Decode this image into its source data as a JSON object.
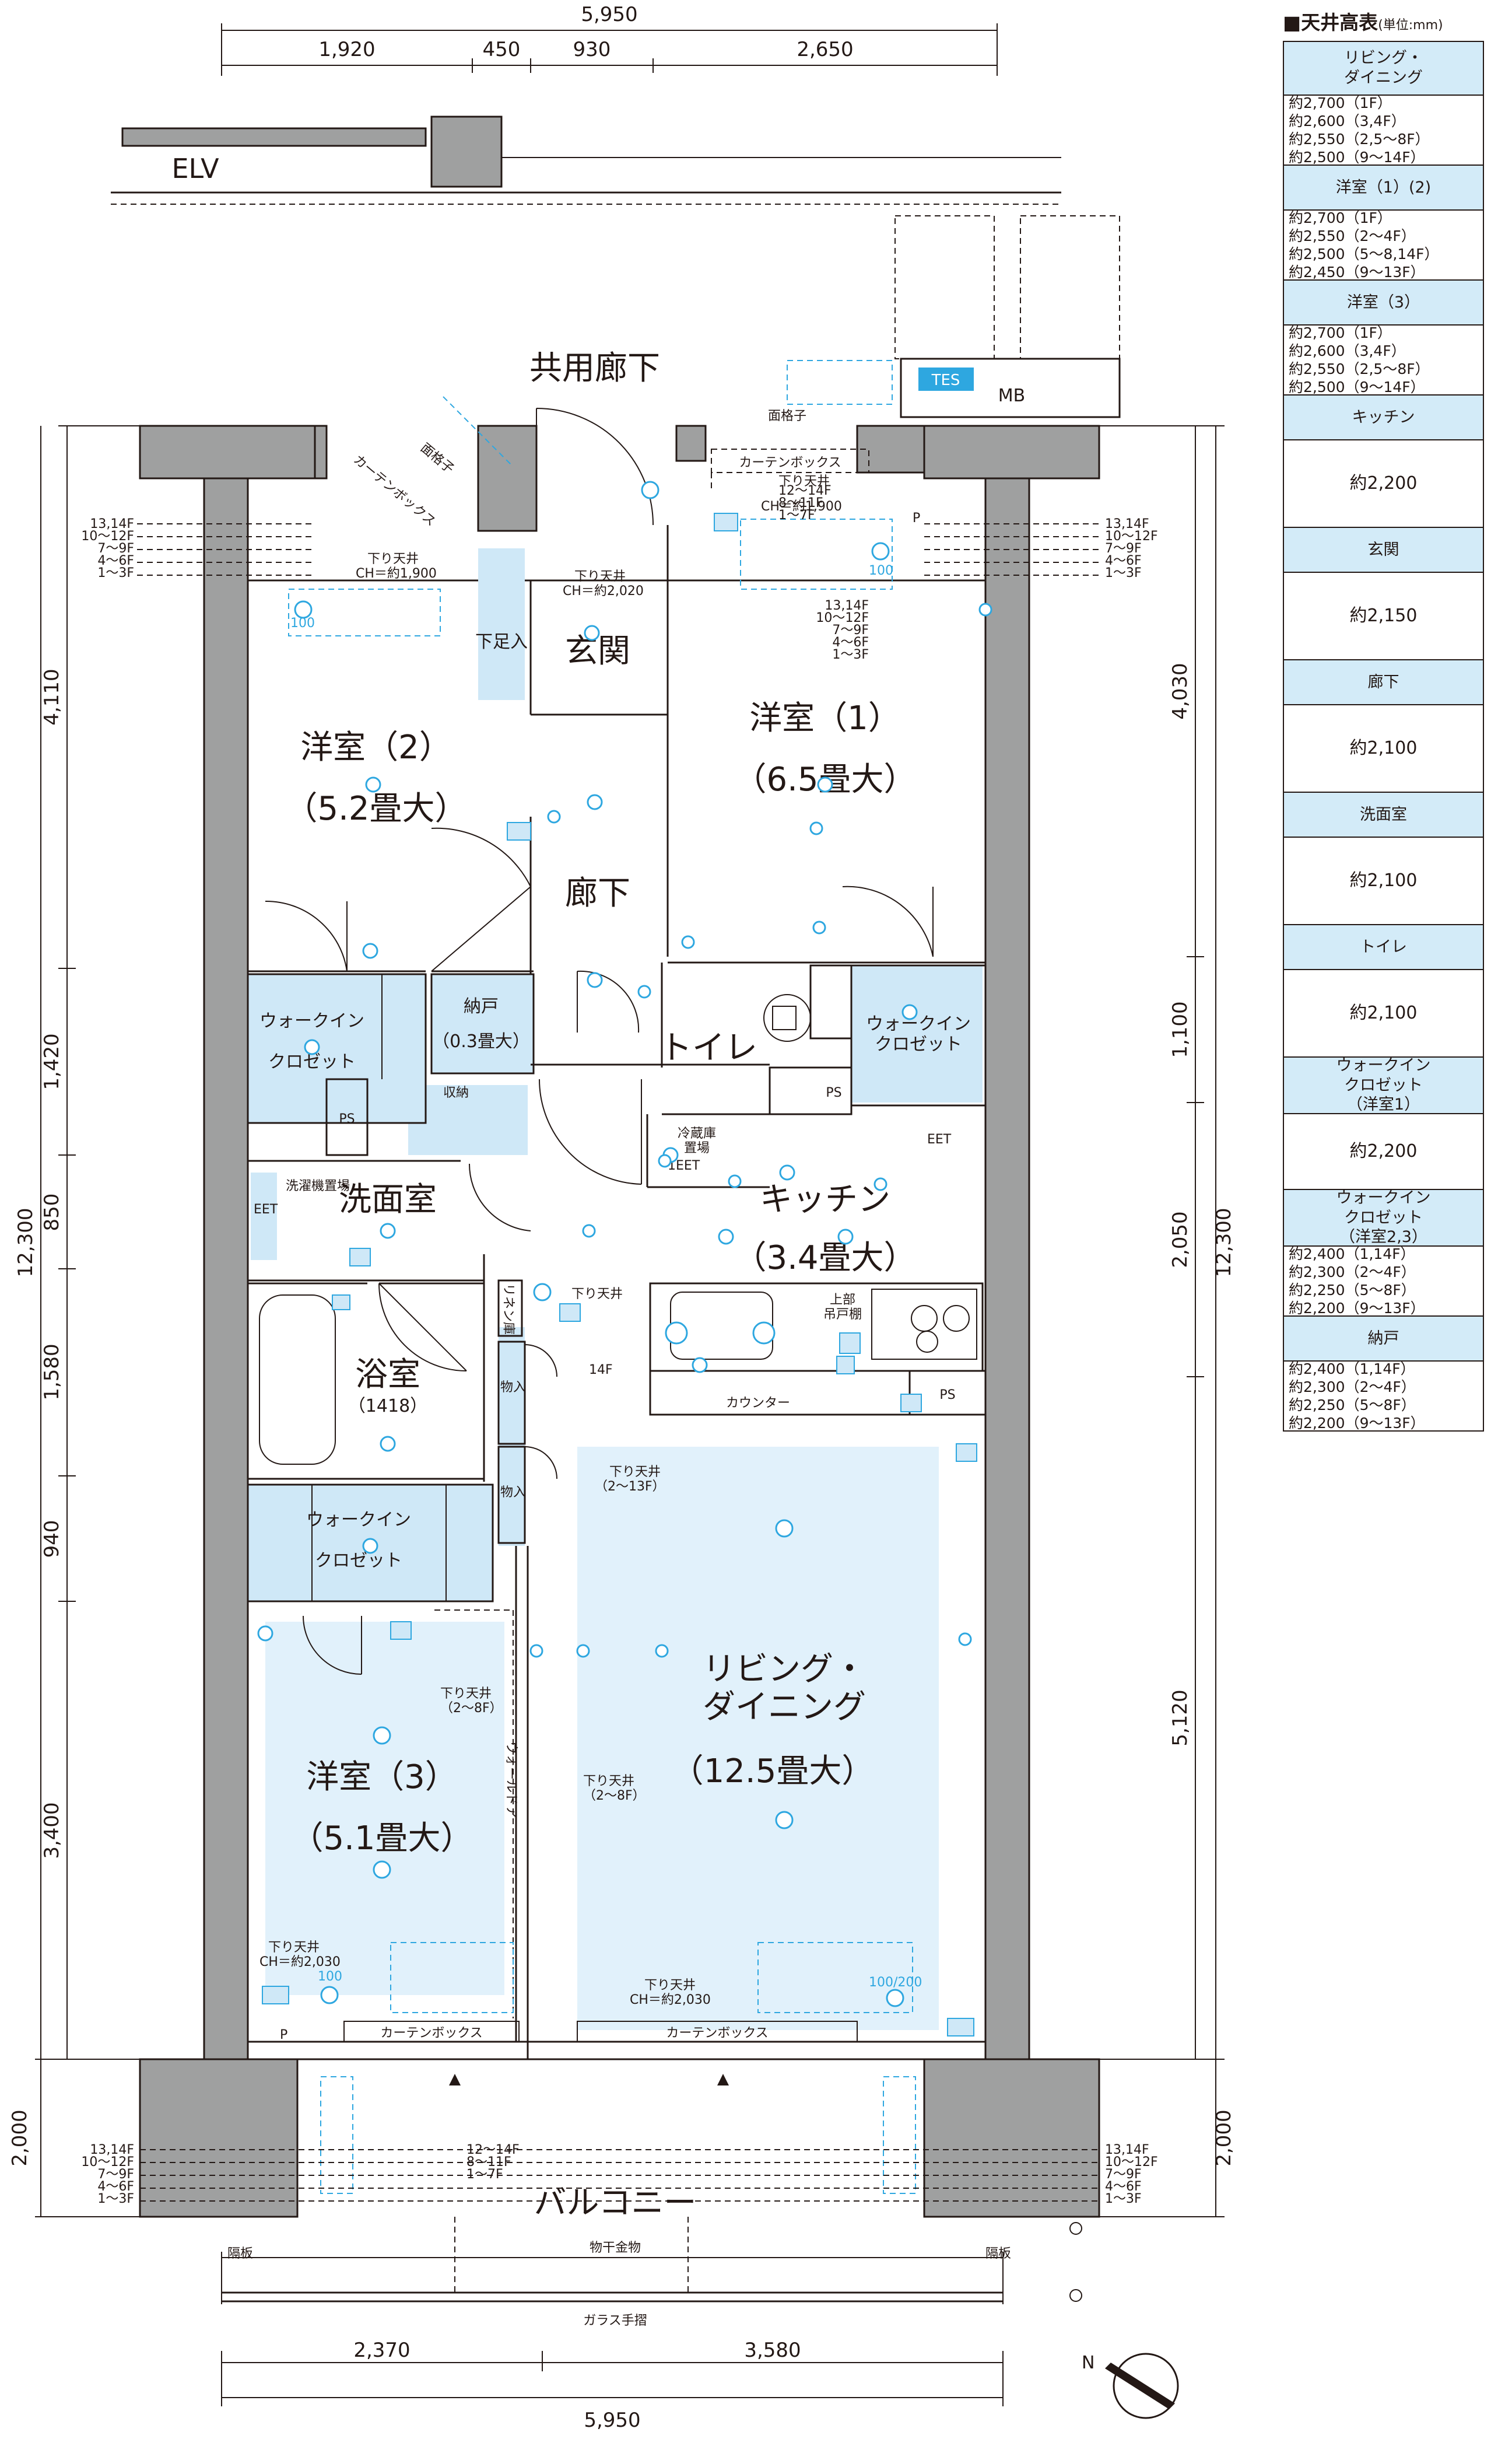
{
  "dimensions": {
    "top_total": "5,950",
    "top_parts": [
      "1,920",
      "450",
      "930",
      "2,650"
    ],
    "bottom_total": "5,950",
    "bottom_parts": [
      "2,370",
      "3,580"
    ],
    "left_parts": [
      "4,110",
      "1,420",
      "850",
      "1,580",
      "940",
      "3,400",
      "2,000"
    ],
    "left_total": "12,300",
    "right_parts": [
      "4,030",
      "1,100",
      "2,050",
      "5,120",
      "2,000"
    ],
    "right_total": "12,300"
  },
  "rooms": {
    "western2": {
      "name": "洋室（2）",
      "size": "（5.2畳大）"
    },
    "western1": {
      "name": "洋室（1）",
      "size": "（6.5畳大）"
    },
    "western3": {
      "name": "洋室（3）",
      "size": "（5.1畳大）"
    },
    "entrance": "玄関",
    "hall": "廊下",
    "toilet": "トイレ",
    "kitchen": {
      "name": "キッチン",
      "size": "（3.4畳大）"
    },
    "washroom": "洗面室",
    "bath": {
      "name": "浴室",
      "size": "（1418）"
    },
    "living": {
      "line1": "リビング・",
      "line2": "ダイニング",
      "size": "（12.5畳大）"
    },
    "storage": {
      "name": "納戸",
      "size": "（0.3畳大）"
    },
    "wic_left_line1": "ウォークイン",
    "wic_left_line2": "クロゼット",
    "wic_right_line1": "ウォークイン",
    "wic_right_line2": "クロゼット",
    "wic_bottom_line1": "ウォークイン",
    "wic_bottom_line2": "クロゼット"
  },
  "labels": {
    "elv": "ELV",
    "common_corridor": "共用廊下",
    "mb": "MB",
    "tes": "TES",
    "grille_top": "面格子",
    "grille_left": "面格子",
    "curtain_box_top": "カーテンボックス",
    "curtain_box_left": "カーテンボックス",
    "curtain_box_bottom_left": "カーテンボックス",
    "curtain_box_bottom_right": "カーテンボックス",
    "balcony": "バルコニー",
    "glass_rail": "ガラス手摺",
    "drying_hardware": "物干金物",
    "partition": "隔板",
    "partition_right": "隔板",
    "counter": "カウンター",
    "fridge_line1": "冷蔵庫",
    "fridge_line2": "置場",
    "upper_cabinet_line1": "上部",
    "upper_cabinet_line2": "吊戸棚",
    "shoe_box": "下足入",
    "linen": "リネン庫",
    "storage_1": "物入",
    "storage_2": "物入",
    "wall_door": "ウォールドア",
    "washer": "洗濯機置場",
    "ps1": "PS",
    "ps2": "PS",
    "ps3": "PS",
    "p_top": "P",
    "p_bottom": "P",
    "f14": "14F",
    "eet1": "EET",
    "eet2": "EET",
    "one_eet": "1EET",
    "storage_box": "収納",
    "drop_ceiling_1": "下り天井",
    "drop_ceiling_1_ch": "CH＝約1,900",
    "drop_ceiling_2": "下り天井",
    "drop_ceiling_2_ch": "CH＝約2,020",
    "drop_ceiling_3": "下り天井",
    "drop_ceiling_3_ch": "CH＝約1,900",
    "drop_ceiling_4": "下り天井",
    "drop_ceiling_4_floors": "（2～13F）",
    "drop_ceiling_5": "下り天井",
    "drop_ceiling_5_floors": "（2～8F）",
    "drop_ceiling_6": "下り天井",
    "drop_ceiling_6_floors": "（2～8F）",
    "drop_ceiling_7": "下り天井",
    "drop_ceiling_7_ch": "CH＝約2,030",
    "drop_ceiling_8": "下り天井",
    "drop_ceiling_8_ch": "CH＝約2,030",
    "drop_ceiling_9": "下り天井",
    "cl100a": "100",
    "cl100b": "100",
    "cl100c": "100",
    "cl100_200": "100/200"
  },
  "floor_notes": {
    "left_top": [
      "13,14F",
      "10～12F",
      "7～9F",
      "4～6F",
      "1～3F"
    ],
    "right_top": [
      "13,14F",
      "10～12F",
      "7～9F",
      "4～6F",
      "1～3F"
    ],
    "center_top": [
      "12～14F",
      "8～11F",
      "1～7F"
    ],
    "center_mid": [
      "13,14F",
      "10～12F",
      "7～9F",
      "4～6F",
      "1～3F"
    ],
    "left_bottom": [
      "13,14F",
      "10～12F",
      "7～9F",
      "4～6F",
      "1～3F"
    ],
    "right_bottom": [
      "13,14F",
      "10～12F",
      "7～9F",
      "4～6F",
      "1～3F"
    ],
    "center_bottom": [
      "12～14F",
      "8～11F",
      "1～7F"
    ]
  },
  "compass": "N",
  "ceiling_table": {
    "title": "■天井高表",
    "unit": "(単位:mm)",
    "rows": [
      {
        "room": "リビング・\nダイニング",
        "value": "約2,700（1F）\n約2,600（3,4F）\n約2,550（2,5～8F）\n約2,500（9～14F）"
      },
      {
        "room": "洋室（1）(2)",
        "value": "約2,700（1F）\n約2,550（2～4F）\n約2,500（5～8,14F）\n約2,450（9～13F）"
      },
      {
        "room": "洋室（3）",
        "value": "約2,700（1F）\n約2,600（3,4F）\n約2,550（2,5～8F）\n約2,500（9～14F）"
      },
      {
        "room": "キッチン",
        "value": "約2,200"
      },
      {
        "room": "玄関",
        "value": "約2,150"
      },
      {
        "room": "廊下",
        "value": "約2,100"
      },
      {
        "room": "洗面室",
        "value": "約2,100"
      },
      {
        "room": "トイレ",
        "value": "約2,100"
      },
      {
        "room": "ウォークイン\nクロゼット\n（洋室1）",
        "value": "約2,200"
      },
      {
        "room": "ウォークイン\nクロゼット\n（洋室2,3）",
        "value": "約2,400（1,14F）\n約2,300（2～4F）\n約2,250（5～8F）\n約2,200（9～13F）"
      },
      {
        "room": "納戸",
        "value": "約2,400（1,14F）\n約2,300（2～4F）\n約2,250（5～8F）\n約2,200（9～13F）"
      }
    ]
  }
}
